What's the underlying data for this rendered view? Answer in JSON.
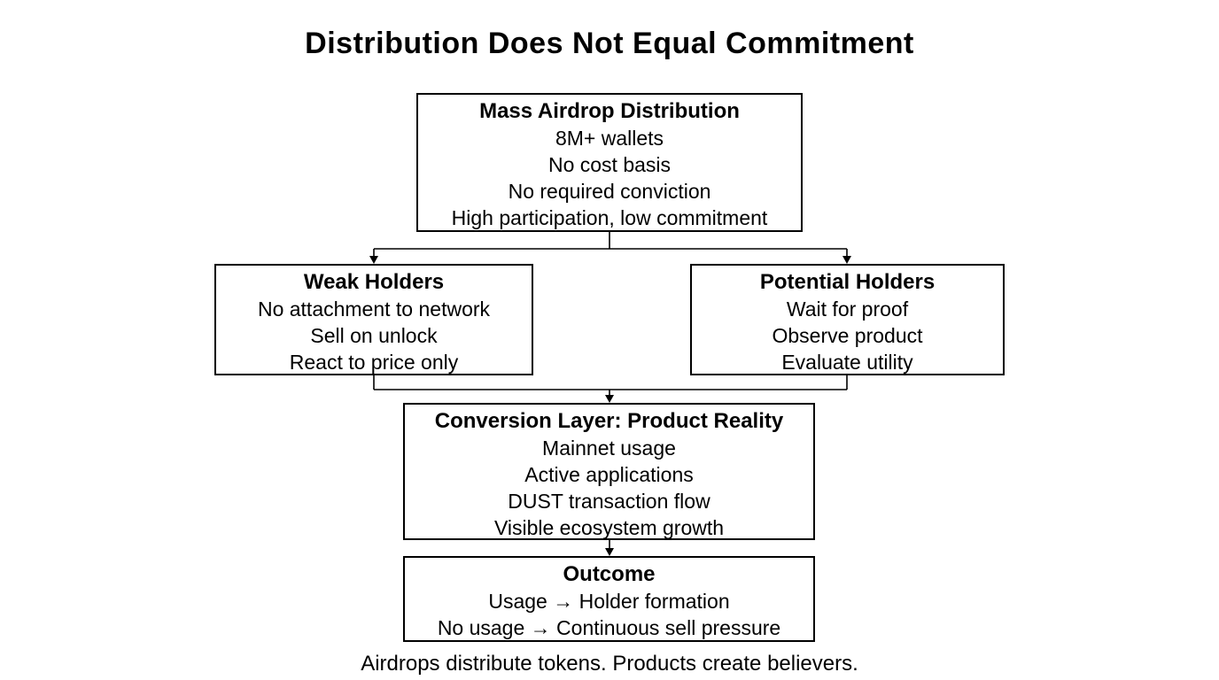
{
  "title": "Distribution Does Not Equal Commitment",
  "caption": "Airdrops distribute tokens. Products create believers.",
  "boxes": {
    "mass": {
      "heading": "Mass Airdrop Distribution",
      "lines": [
        "8M+ wallets",
        "No cost basis",
        "No required conviction",
        "High participation, low commitment"
      ]
    },
    "weak": {
      "heading": "Weak Holders",
      "lines": [
        "No attachment to network",
        "Sell on unlock",
        "React to price only"
      ]
    },
    "potential": {
      "heading": "Potential Holders",
      "lines": [
        "Wait for proof",
        "Observe product",
        "Evaluate utility"
      ]
    },
    "conversion": {
      "heading": "Conversion Layer: Product Reality",
      "lines": [
        "Mainnet usage",
        "Active applications",
        "DUST transaction flow",
        "Visible ecosystem growth"
      ]
    },
    "outcome": {
      "heading": "Outcome",
      "lines": [
        "Usage → Holder formation",
        "No usage → Continuous sell pressure"
      ]
    }
  },
  "colors": {
    "background": "#ffffff",
    "line": "#000000",
    "text": "#000000"
  }
}
